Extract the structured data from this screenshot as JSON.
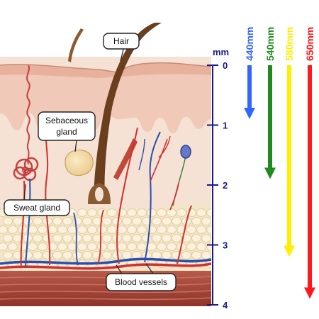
{
  "labels": {
    "hair": "Hair",
    "sebaceous_line1": "Sebaceous",
    "sebaceous_line2": "gland",
    "sweat_gland": "Sweat gland",
    "blood_vessels": "Blood vessels"
  },
  "depth_axis": {
    "unit": "mm",
    "ticks": [
      "0",
      "1",
      "2",
      "3",
      "4"
    ],
    "color": "#1a1a8c"
  },
  "wavelengths": [
    {
      "label": "440mm",
      "color": "#3366ff",
      "depth_mm": 0.9
    },
    {
      "label": "540mm",
      "color": "#1f8a1f",
      "depth_mm": 1.9
    },
    {
      "label": "580mm",
      "color": "#ffee00",
      "depth_mm": 3.2
    },
    {
      "label": "650mm",
      "color": "#ff1a1a",
      "depth_mm": 3.9
    }
  ],
  "colors": {
    "epidermis": "#f1c9b9",
    "dermis": "#f6e2d5",
    "fat": "#f3e5c7",
    "muscle": "#a8463a",
    "hair": "#6b3f1e",
    "artery": "#cf3030",
    "vein": "#2a4fb0"
  }
}
